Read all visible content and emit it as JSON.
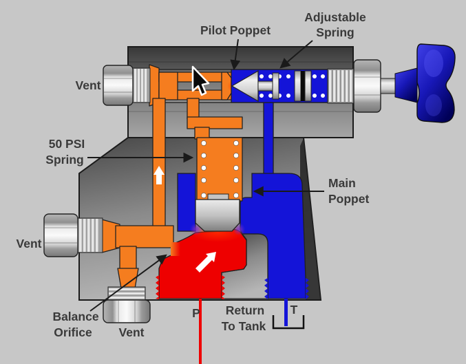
{
  "diagram": {
    "background_color": "#c7c7c7",
    "colors": {
      "pilot_line_orange": "#f57d1f",
      "tank_line_blue": "#1414d8",
      "pressure_red": "#ee0000",
      "knob_blue": "#1c1cb0",
      "body_gray": "#8a8a8a",
      "label_text": "#3a3a3a"
    },
    "labels": {
      "pilot_poppet": "Pilot Poppet",
      "adjustable_spring_1": "Adjustable",
      "adjustable_spring_2": "Spring",
      "vent_top": "Vent",
      "spring_50psi_1": "50 PSI",
      "spring_50psi_2": "Spring",
      "main_poppet_1": "Main",
      "main_poppet_2": "Poppet",
      "vent_left": "Vent",
      "balance_orifice_1": "Balance",
      "balance_orifice_2": "Orifice",
      "vent_bottom": "Vent",
      "port_p": "P",
      "return_to_tank_1": "Return",
      "return_to_tank_2": "To Tank",
      "port_t": "T"
    }
  }
}
